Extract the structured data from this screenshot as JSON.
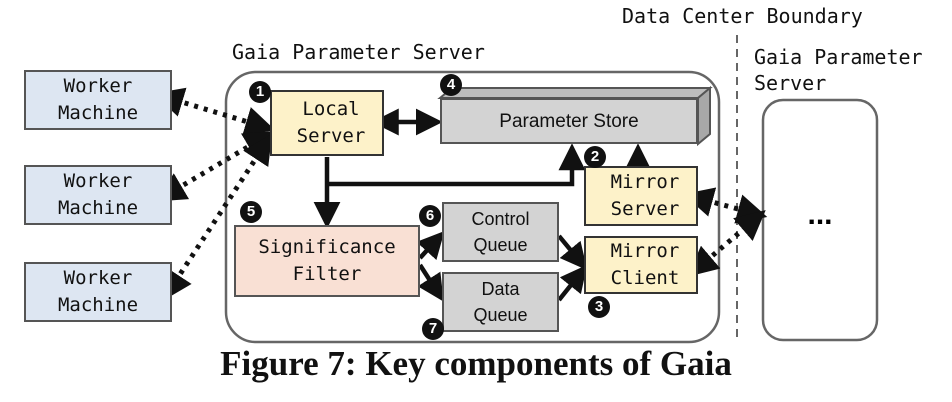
{
  "labels": {
    "data_center_boundary": "Data Center Boundary",
    "gaia_ps_main": "Gaia Parameter Server",
    "gaia_ps_remote": "Gaia Parameter\nServer"
  },
  "workers": [
    "Worker\nMachine",
    "Worker\nMachine",
    "Worker\nMachine"
  ],
  "components": {
    "local_server": "Local\nServer",
    "parameter_store": "Parameter Store",
    "mirror_server": "Mirror\nServer",
    "mirror_client": "Mirror\nClient",
    "significance_filter": "Significance\nFilter",
    "control_queue": "Control\nQueue",
    "data_queue": "Data\nQueue",
    "remote_ellipsis": "..."
  },
  "badges": [
    "1",
    "2",
    "3",
    "4",
    "5",
    "6",
    "7"
  ],
  "caption": "Figure 7: Key components of Gaia"
}
